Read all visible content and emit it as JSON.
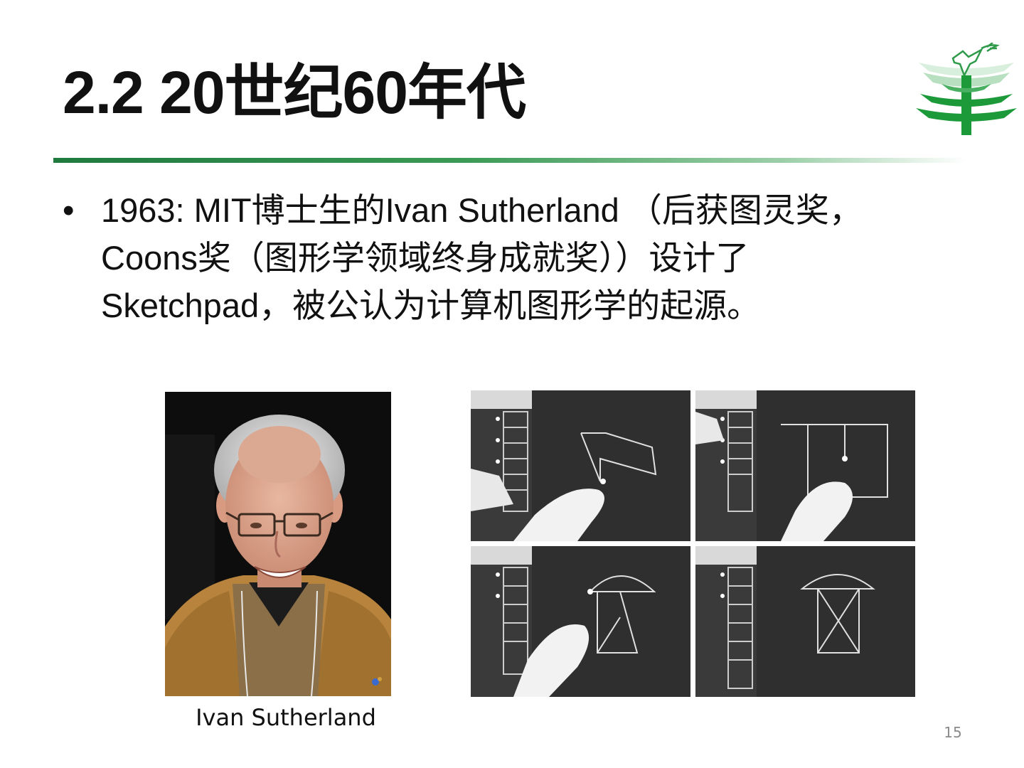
{
  "slide": {
    "title": "2.2 20世纪60年代",
    "bullet_marker": "•",
    "bullet_lines": [
      "1963: MIT博士生的Ivan Sutherland （后获图灵奖，",
      "Coons奖（图形学领域终身成就奖））设计了",
      "Sketchpad，被公认为计算机图形学的起源。"
    ],
    "photo_caption": "Ivan Sutherland",
    "page_number": "15"
  },
  "icons": {
    "logo": "dove-over-tree-logo",
    "photo": "ivan-sutherland-portrait",
    "frames": [
      "sketchpad-frame-polygon",
      "sketchpad-frame-rectangle",
      "sketchpad-frame-arch",
      "sketchpad-frame-box-x"
    ]
  },
  "colors": {
    "title_rule": "#1f7a3e",
    "logo_green": "#1c9a3a",
    "frame_background": "#2d2d2d",
    "page_number": "#8a8a8a"
  }
}
